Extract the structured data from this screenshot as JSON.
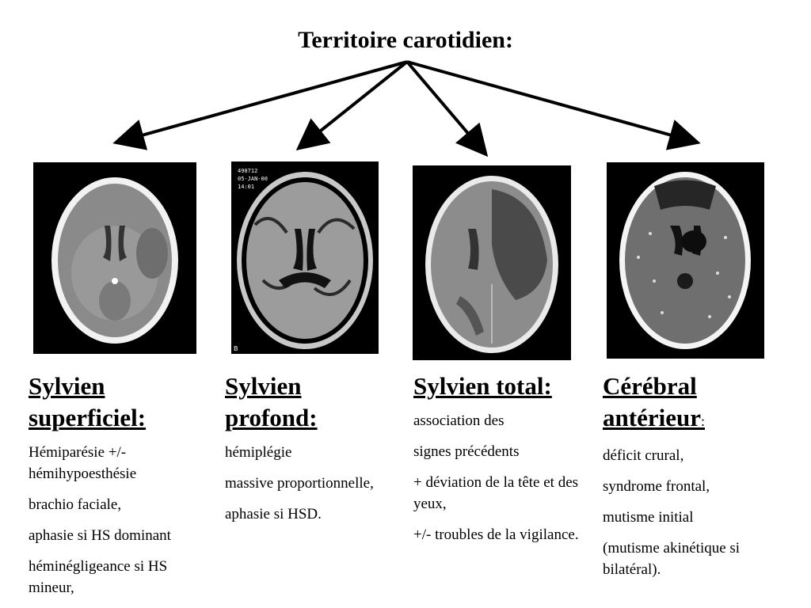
{
  "title": "Territoire carotidien:",
  "columns": [
    {
      "heading": "Sylvien superficiel:",
      "lines": [
        "Hémiparésie +/- hémihypoesthésie",
        "brachio faciale,",
        "aphasie si HS dominant",
        "héminégligeance si HS mineur,"
      ]
    },
    {
      "heading": "Sylvien profond:",
      "lines": [
        "hémiplégie",
        "massive proportionnelle,",
        "aphasie si HSD."
      ]
    },
    {
      "heading": "Sylvien total:",
      "lines": [
        "association des",
        "signes précédents",
        "+ déviation de la tête et des yeux,",
        "+/- troubles de la vigilance."
      ]
    },
    {
      "heading": "Cérébral antérieur",
      "heading_suffix": ":",
      "lines": [
        "déficit crural,",
        "syndrome frontal,",
        "mutisme initial",
        "(mutisme akinétique si bilatéral)."
      ]
    }
  ],
  "scans": [
    {
      "overlay": ""
    },
    {
      "overlay": "490712\n05-JAN-00\n14:01",
      "corner": "B"
    },
    {
      "overlay": ""
    },
    {
      "overlay": ""
    }
  ]
}
